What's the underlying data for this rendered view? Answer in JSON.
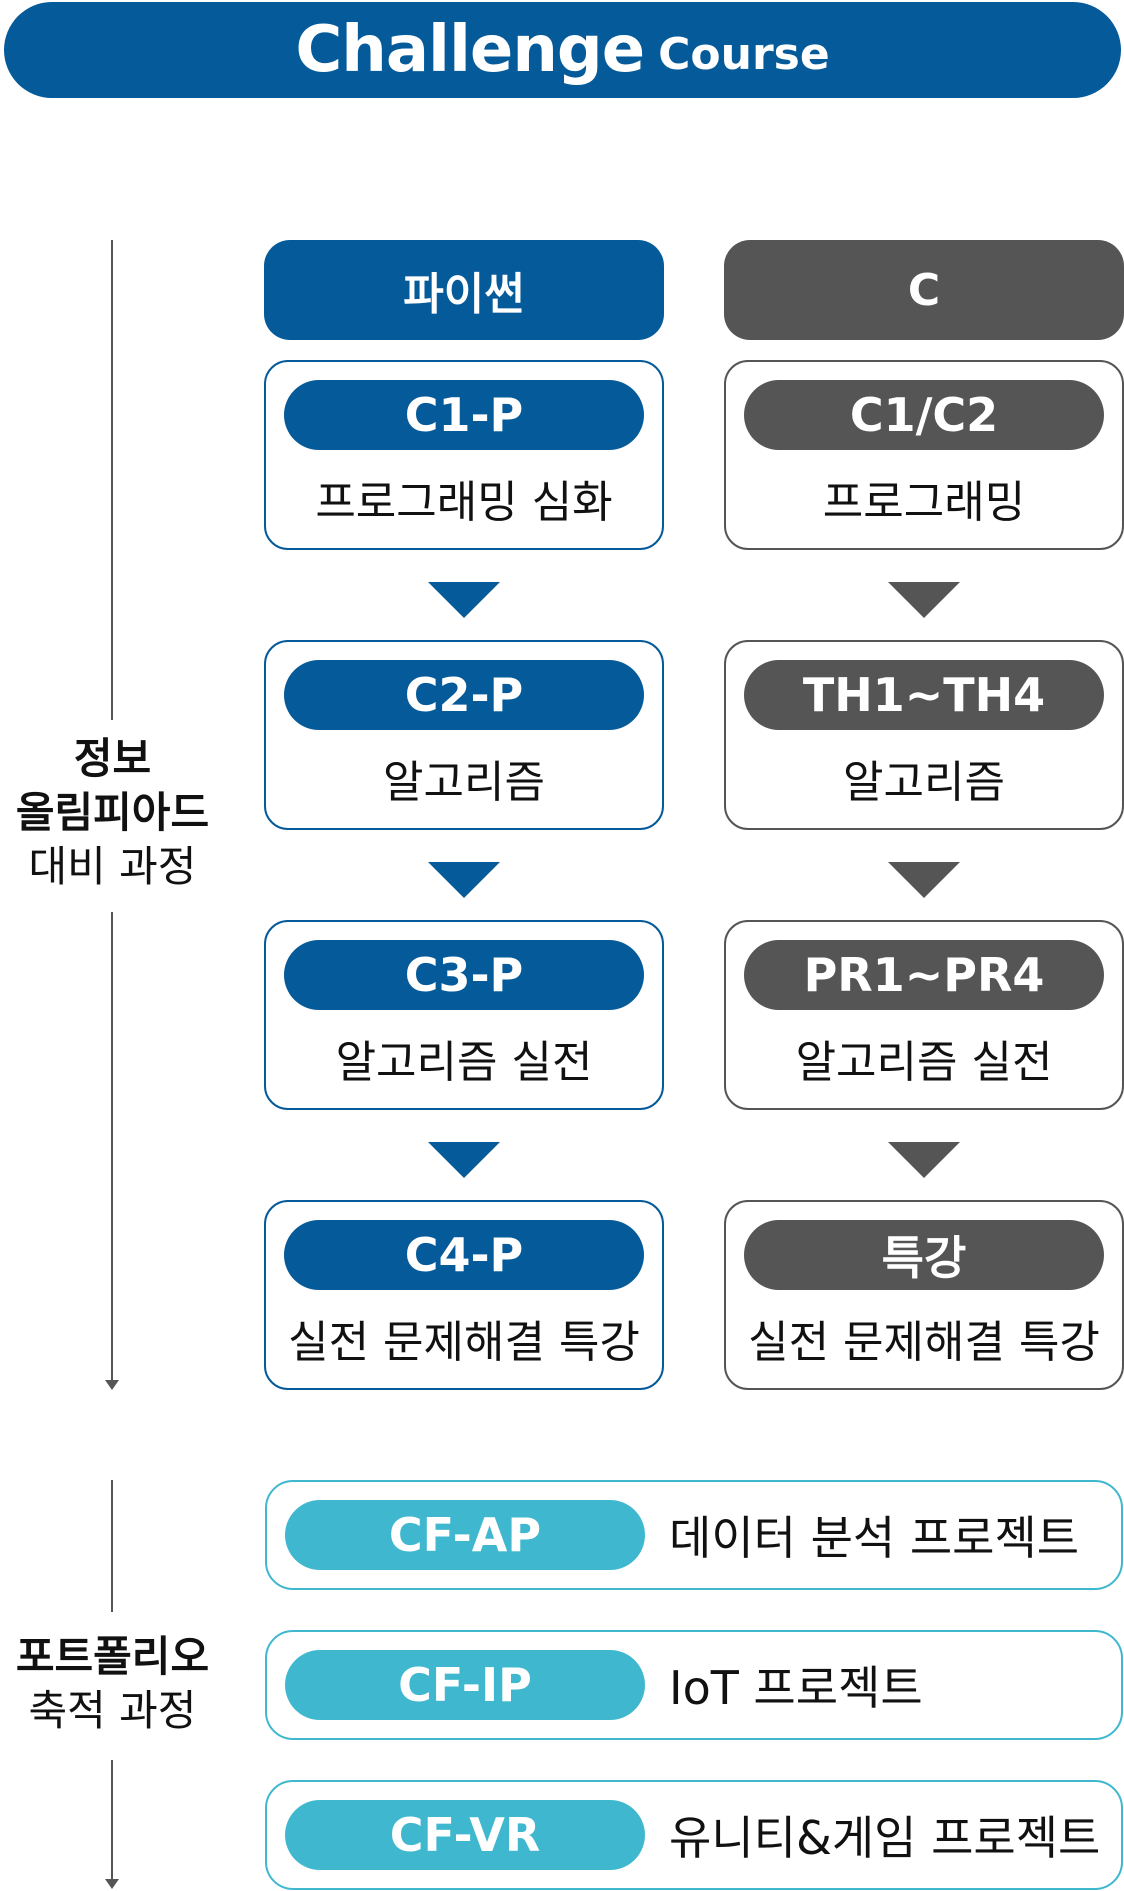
{
  "banner": {
    "main": "Challenge",
    "sub": "Course"
  },
  "side": {
    "olympiad": {
      "line1": "정보",
      "line2": "올림피아드",
      "line3": "대비 과정"
    },
    "portfolio": {
      "line1": "포트폴리오",
      "line2": "축적 과정"
    }
  },
  "columns": [
    {
      "header": "파이썬",
      "steps": [
        {
          "code": "C1-P",
          "title": "프로그래밍 심화"
        },
        {
          "code": "C2-P",
          "title": "알고리즘"
        },
        {
          "code": "C3-P",
          "title": "알고리즘 실전"
        },
        {
          "code": "C4-P",
          "title": "실전 문제해결 특강"
        }
      ]
    },
    {
      "header": "C",
      "steps": [
        {
          "code": "C1/C2",
          "title": "프로그래밍"
        },
        {
          "code": "TH1~TH4",
          "title": "알고리즘"
        },
        {
          "code": "PR1~PR4",
          "title": "알고리즘 실전"
        },
        {
          "code": "특강",
          "title": "실전 문제해결 특강"
        }
      ]
    }
  ],
  "portfolio": [
    {
      "code": "CF-AP",
      "title": "데이터 분석 프로젝트"
    },
    {
      "code": "CF-IP",
      "title": "IoT 프로젝트"
    },
    {
      "code": "CF-VR",
      "title": "유니티&게임 프로젝트"
    }
  ],
  "colors": {
    "blue": "#055a9a",
    "gray": "#555555",
    "cyan": "#3fb8cf"
  }
}
